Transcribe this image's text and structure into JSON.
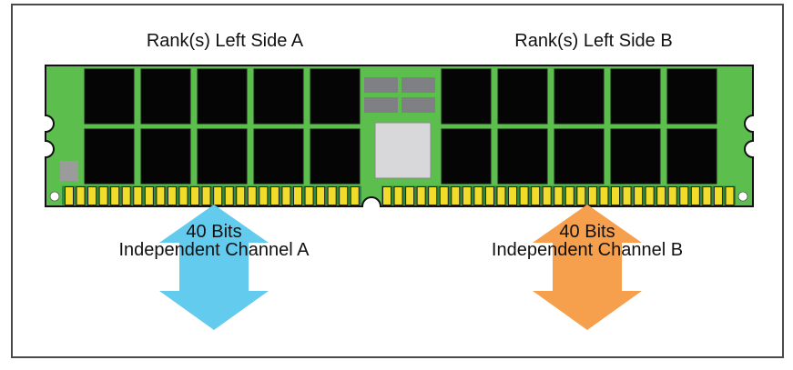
{
  "figure": {
    "frame_color": "#4A4A4A",
    "labels": {
      "left": "Rank(s) Left Side A",
      "right": "Rank(s) Left Side B"
    },
    "arrows": {
      "a": {
        "line1": "40 Bits",
        "line2": "Independent Channel A",
        "color": "#63CBEE"
      },
      "b": {
        "line1": "40 Bits",
        "line2": "Independent Channel B",
        "color": "#F6A04D"
      }
    },
    "dimm": {
      "pcb_color": "#5CBE4D",
      "pcb_edge_color": "#111111",
      "pin_color": "#F1DB2B",
      "pin_strip_color": "#2E8B3A",
      "chip_color": "#050505",
      "register_color": "#D8D8DA",
      "buffer_chip_color": "#7E8084",
      "corner_chip_color": "#9B9B9B",
      "hole_color": "#FFFFFF",
      "rows_of_chips": 2,
      "chips_per_row_per_side": 5,
      "pins_left_of_key": 26,
      "pins_right_of_key": 31
    }
  }
}
